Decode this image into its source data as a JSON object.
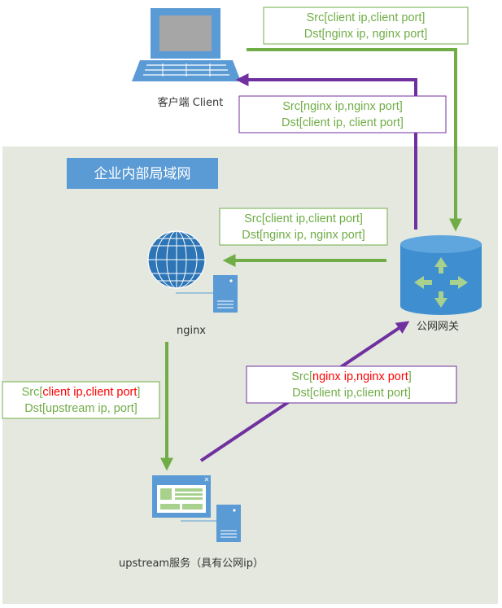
{
  "colors": {
    "green": "#70AD47",
    "purple": "#7030A0",
    "red": "#FF0000",
    "blue": "#5B9BD5",
    "lan_bg": "#E4E8DF"
  },
  "lan": {
    "title": "企业内部局域网"
  },
  "nodes": {
    "client": {
      "label": "客户端 Client",
      "icon": "laptop-icon"
    },
    "nginx": {
      "label": "nginx",
      "icon": "globe-icon"
    },
    "gateway": {
      "label": "公网网关",
      "icon": "router-icon"
    },
    "upstream": {
      "label": "upstream服务（具有公网ip）",
      "icon": "web-window-icon"
    }
  },
  "flows": {
    "client_to_gateway": {
      "src_prefix": "Src[",
      "src_value": "client ip,client port",
      "src_suffix": "]",
      "dst": "Dst[nginx ip, nginx port]"
    },
    "gateway_to_client": {
      "src_prefix": "Src[",
      "src_value": "nginx ip,nginx port",
      "src_suffix": "]",
      "dst": "Dst[client ip, client port]"
    },
    "gateway_to_nginx": {
      "src_prefix": "Src[",
      "src_value": "client ip,client port",
      "src_suffix": "]",
      "dst": "Dst[nginx ip, nginx port]"
    },
    "nginx_to_upstream": {
      "src_prefix": "Src[",
      "src_value": "client ip,client port",
      "src_suffix": "]",
      "dst": "Dst[upstream ip, port]"
    },
    "upstream_to_gateway": {
      "src_prefix": "Src[",
      "src_value": "nginx ip,nginx port",
      "src_suffix": "]",
      "dst": "Dst[client ip,client port]"
    }
  }
}
